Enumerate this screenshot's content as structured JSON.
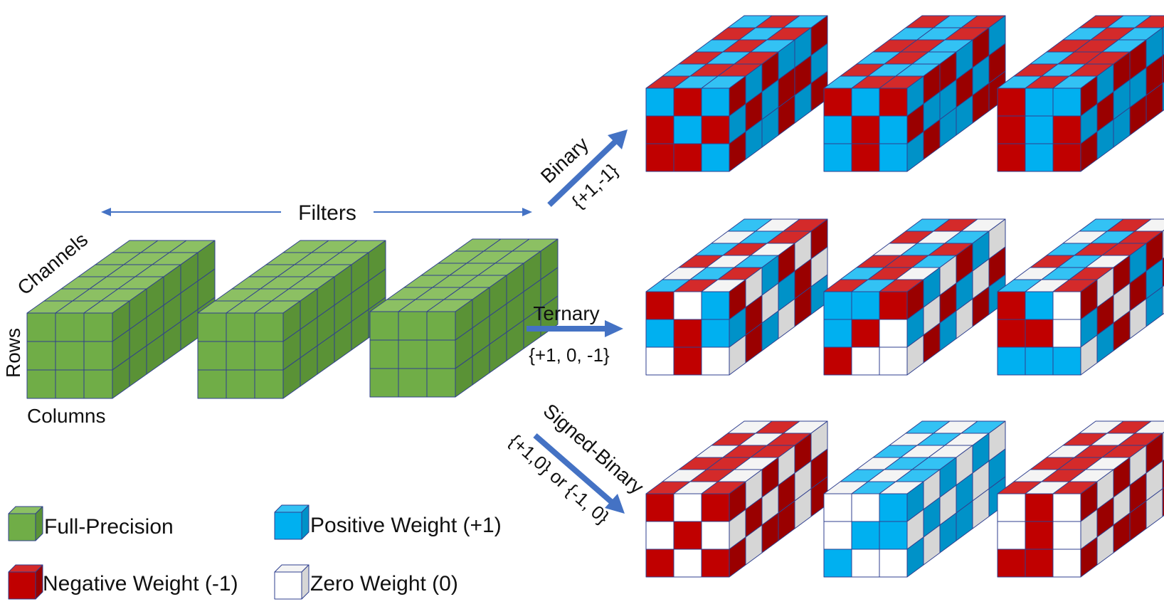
{
  "labels": {
    "filters": "Filters",
    "channels": "Channels",
    "rows": "Rows",
    "columns": "Columns"
  },
  "quantizations": [
    {
      "name": "Binary",
      "values": "{+1,-1}"
    },
    {
      "name": "Ternary",
      "values": "{+1, 0, -1}"
    },
    {
      "name": "Signed-Binary",
      "values": "{+1,0} or {-1, 0}"
    }
  ],
  "legend": [
    {
      "key": "G",
      "label": "Full-Precision"
    },
    {
      "key": "B",
      "label": "Positive Weight (+1)"
    },
    {
      "key": "R",
      "label": "Negative Weight (-1)"
    },
    {
      "key": "W",
      "label": "Zero Weight (0)"
    }
  ],
  "colors": {
    "G": {
      "front": "#70ad47",
      "top": "#8cc063",
      "side": "#5a9236"
    },
    "B": {
      "front": "#00b0f0",
      "top": "#33c2f4",
      "side": "#0092c8"
    },
    "R": {
      "front": "#c00000",
      "top": "#d42a2a",
      "side": "#9a0000"
    },
    "W": {
      "front": "#ffffff",
      "top": "#f4f4f4",
      "side": "#d6d6d6"
    },
    "edge": "#2f3f8f",
    "arrow": "#4472c4"
  },
  "cubes": {
    "full_precision": [
      {
        "front": [
          [
            "G",
            "G",
            "G"
          ],
          [
            "G",
            "G",
            "G"
          ],
          [
            "G",
            "G",
            "G"
          ]
        ],
        "top": [
          "GGG",
          "GGG",
          "GGG",
          "GGG",
          "GGG",
          "GGG"
        ],
        "side": [
          "GGGGGG",
          "GGGGGG",
          "GGGGGG"
        ]
      },
      {
        "front": [
          [
            "G",
            "G",
            "G"
          ],
          [
            "G",
            "G",
            "G"
          ],
          [
            "G",
            "G",
            "G"
          ]
        ],
        "top": [
          "GGG",
          "GGG",
          "GGG",
          "GGG",
          "GGG",
          "GGG"
        ],
        "side": [
          "GGGGGG",
          "GGGGGG",
          "GGGGGG"
        ]
      },
      {
        "front": [
          [
            "G",
            "G",
            "G"
          ],
          [
            "G",
            "G",
            "G"
          ],
          [
            "G",
            "G",
            "G"
          ]
        ],
        "top": [
          "GGG",
          "GGG",
          "GGG",
          "GGG",
          "GGG",
          "GGG"
        ],
        "side": [
          "GGGGGG",
          "GGGGGG",
          "GGGGGG"
        ]
      }
    ],
    "binary": [
      {
        "front": [
          [
            "B",
            "R",
            "B"
          ],
          [
            "R",
            "B",
            "R"
          ],
          [
            "R",
            "R",
            "B"
          ]
        ],
        "top": [
          "RBB",
          "BRR",
          "RBR",
          "BRB",
          "RBR",
          "BRB"
        ],
        "side": [
          "RBRBBR",
          "BRBRRB",
          "RBBRBR"
        ]
      },
      {
        "front": [
          [
            "R",
            "B",
            "R"
          ],
          [
            "B",
            "R",
            "B"
          ],
          [
            "B",
            "R",
            "B"
          ]
        ],
        "top": [
          "BRR",
          "RBB",
          "BRB",
          "RRB",
          "BBR",
          "RBR"
        ],
        "side": [
          "BRRBRB",
          "RBBRBR",
          "BRBBRR"
        ]
      },
      {
        "front": [
          [
            "R",
            "B",
            "B"
          ],
          [
            "R",
            "B",
            "R"
          ],
          [
            "R",
            "B",
            "R"
          ]
        ],
        "top": [
          "BRB",
          "RBR",
          "BRR",
          "RRB",
          "BRB",
          "RBR"
        ],
        "side": [
          "RBRRBB",
          "BRBBRR",
          "RBBRRB"
        ]
      }
    ],
    "ternary": [
      {
        "front": [
          [
            "R",
            "W",
            "B"
          ],
          [
            "B",
            "R",
            "B"
          ],
          [
            "W",
            "R",
            "W"
          ]
        ],
        "top": [
          "BRW",
          "WBR",
          "RWB",
          "BRW",
          "WBR",
          "BWR"
        ],
        "side": [
          "RWBRWR",
          "BRWBRW",
          "WRBWRB"
        ]
      },
      {
        "front": [
          [
            "B",
            "B",
            "R"
          ],
          [
            "B",
            "R",
            "W"
          ],
          [
            "R",
            "W",
            "W"
          ]
        ],
        "top": [
          "RBR",
          "BRW",
          "RRB",
          "WBR",
          "RWB",
          "BRW"
        ],
        "side": [
          "RBWRBW",
          "BWRBWR",
          "WRBWRB"
        ]
      },
      {
        "front": [
          [
            "R",
            "B",
            "W"
          ],
          [
            "R",
            "R",
            "W"
          ],
          [
            "B",
            "B",
            "B"
          ]
        ],
        "top": [
          "BWR",
          "WBR",
          "RBW",
          "BRR",
          "WBR",
          "BRW"
        ],
        "side": [
          "RWRBRW",
          "BRWRBR",
          "WBRWBW"
        ]
      }
    ],
    "signed_binary": [
      {
        "front": [
          [
            "R",
            "W",
            "R"
          ],
          [
            "W",
            "R",
            "W"
          ],
          [
            "R",
            "W",
            "R"
          ]
        ],
        "top": [
          "RWR",
          "WRW",
          "RRW",
          "WRR",
          "RWR",
          "WRW"
        ],
        "side": [
          "RWRWRW",
          "WRWRWR",
          "RWRRWR"
        ]
      },
      {
        "front": [
          [
            "W",
            "W",
            "B"
          ],
          [
            "W",
            "B",
            "B"
          ],
          [
            "B",
            "W",
            "W"
          ]
        ],
        "top": [
          "WBW",
          "BWB",
          "WBB",
          "BWW",
          "WBW",
          "BWB"
        ],
        "side": [
          "BWBWBW",
          "WBWBWB",
          "BWBBWB"
        ]
      },
      {
        "front": [
          [
            "W",
            "R",
            "W"
          ],
          [
            "W",
            "R",
            "W"
          ],
          [
            "R",
            "R",
            "W"
          ]
        ],
        "top": [
          "RWR",
          "WRW",
          "RRW",
          "WRR",
          "RWR",
          "WRW"
        ],
        "side": [
          "RWRWRW",
          "WRWRWR",
          "RWRRWR"
        ]
      }
    ]
  }
}
